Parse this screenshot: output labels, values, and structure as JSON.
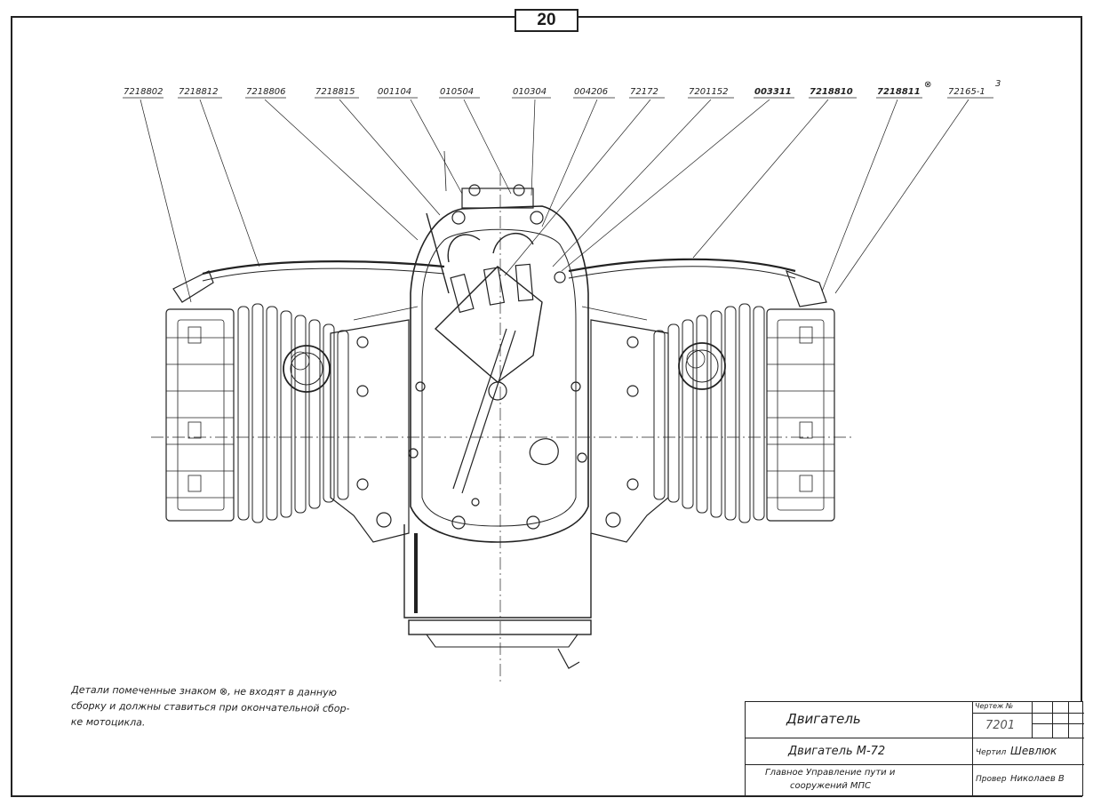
{
  "page": {
    "number": "20"
  },
  "callouts": [
    {
      "label": "7218802"
    },
    {
      "label": "7218812"
    },
    {
      "label": "7218806"
    },
    {
      "label": "7218815"
    },
    {
      "label": "001104"
    },
    {
      "label": "010504"
    },
    {
      "label": "010304"
    },
    {
      "label": "004206"
    },
    {
      "label": "72172"
    },
    {
      "label": "7201152"
    },
    {
      "label": "003311"
    },
    {
      "label": "7218810"
    },
    {
      "label": "7218811"
    },
    {
      "label": "72165-1"
    }
  ],
  "callout_marks": {
    "excluded_symbol": "⊗",
    "superscript": "3"
  },
  "note": {
    "line1": "Детали помеченные знаком ⊗, не входят в данную",
    "line2": "сборку и должны ставиться при окончательной сбор-",
    "line3": "ке мотоцикла."
  },
  "title_block": {
    "assembly_name": "Двигатель",
    "drawing_label": "Чертеж №",
    "drawing_number": "7201",
    "engine_name": "Двигатель М-72",
    "drafted_label": "Чертил",
    "drafted_by": "Шевлюк",
    "org_line1": "Главное Управление пути и",
    "org_line2": "сооружений МПС",
    "checked_label": "Провер",
    "checked_by": "Николаев В"
  },
  "colors": {
    "ink": "#222222",
    "paper": "#ffffff"
  }
}
